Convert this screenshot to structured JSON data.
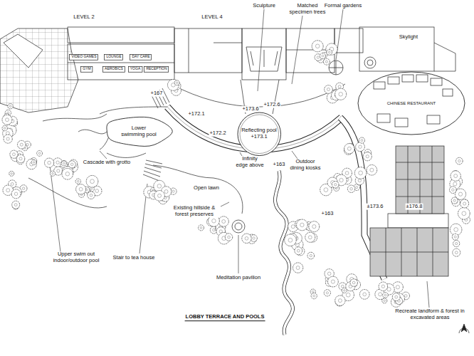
{
  "diagram": {
    "title": "LOBBY TERRACE AND POOLS",
    "nodes": [
      {
        "text": [
          "VIDEO GAMES"
        ]
      },
      {
        "text": [
          "LOUNGE"
        ]
      },
      {
        "text": [
          "DAY CARE"
        ]
      },
      {
        "text": [
          "GYM"
        ]
      },
      {
        "text": [
          "AEROBICS"
        ]
      },
      {
        "text": [
          "YOGA"
        ]
      },
      {
        "text": [
          "RECEPTION"
        ]
      },
      {
        "text": [
          "Lower swimming pool"
        ]
      },
      {
        "text": [
          "Reflecting pool",
          "+173.1"
        ]
      },
      {
        "text": [
          "CHINESE RESTAURANT"
        ]
      }
    ],
    "labels": [
      "LEVEL 2",
      "LEVEL 4",
      "Sculpture",
      "Matched specimen trees",
      "Formal gardens",
      "Skylight",
      "+173.6",
      "+172.6",
      "+172.1",
      "+172.2",
      "+167",
      "Cascade with grotto",
      "Infinity edge above",
      "+163",
      "Outdoor dining kiosks",
      "Open lawn",
      "Existing hillside & forest preserves",
      "+163",
      "±173.6",
      "±176.8",
      "Upper swim out indoor/outdoor pool",
      "Stair to tea house",
      "Meditation pavilion",
      "Recreate landform & forest in excavated areas"
    ]
  }
}
